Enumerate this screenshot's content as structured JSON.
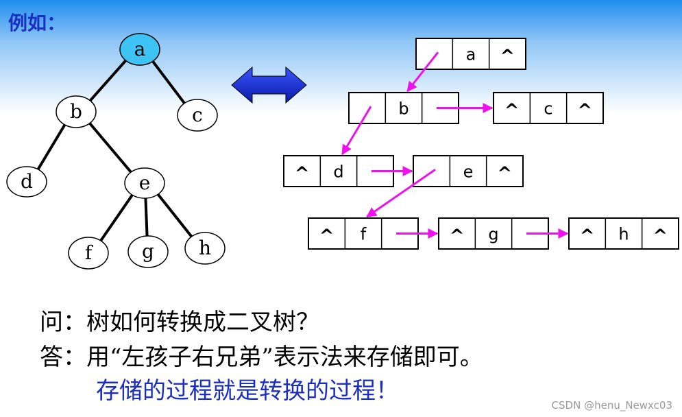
{
  "heading": "例如：",
  "tree": {
    "nodes": [
      {
        "id": "a",
        "label": "a"
      },
      {
        "id": "b",
        "label": "b"
      },
      {
        "id": "c",
        "label": "c"
      },
      {
        "id": "d",
        "label": "d"
      },
      {
        "id": "e",
        "label": "e"
      },
      {
        "id": "f",
        "label": "f"
      },
      {
        "id": "g",
        "label": "g"
      },
      {
        "id": "h",
        "label": "h"
      }
    ],
    "edges": [
      [
        "a",
        "b"
      ],
      [
        "a",
        "c"
      ],
      [
        "b",
        "d"
      ],
      [
        "b",
        "e"
      ],
      [
        "e",
        "f"
      ],
      [
        "e",
        "g"
      ],
      [
        "e",
        "h"
      ]
    ]
  },
  "binary_tree": {
    "null_symbol": "^",
    "nodes": [
      {
        "id": "a",
        "label": "a",
        "left_null": false,
        "right_null": true
      },
      {
        "id": "b",
        "label": "b",
        "left_null": false,
        "right_null": false
      },
      {
        "id": "c",
        "label": "c",
        "left_null": true,
        "right_null": true
      },
      {
        "id": "d",
        "label": "d",
        "left_null": true,
        "right_null": false
      },
      {
        "id": "e",
        "label": "e",
        "left_null": false,
        "right_null": true
      },
      {
        "id": "f",
        "label": "f",
        "left_null": true,
        "right_null": false
      },
      {
        "id": "g",
        "label": "g",
        "left_null": true,
        "right_null": false
      },
      {
        "id": "h",
        "label": "h",
        "left_null": true,
        "right_null": true
      }
    ],
    "links": [
      {
        "from": "a",
        "to": "b",
        "kind": "child"
      },
      {
        "from": "b",
        "to": "c",
        "kind": "sibling"
      },
      {
        "from": "b",
        "to": "d",
        "kind": "child"
      },
      {
        "from": "d",
        "to": "e",
        "kind": "sibling"
      },
      {
        "from": "e",
        "to": "f",
        "kind": "child"
      },
      {
        "from": "f",
        "to": "g",
        "kind": "sibling"
      },
      {
        "from": "g",
        "to": "h",
        "kind": "sibling"
      }
    ]
  },
  "colors": {
    "heading": "#1a2fbf",
    "arrow_pointer": "#ee11ee",
    "double_arrow": "#0a1fc8",
    "note": "#1a2fbf"
  },
  "question": "问：树如何转换成二叉树？",
  "answer": "答：用“左孩子右兄弟”表示法来存储即可。",
  "note": "存储的过程就是转换的过程！",
  "watermark": "CSDN @henu_Newxc03"
}
